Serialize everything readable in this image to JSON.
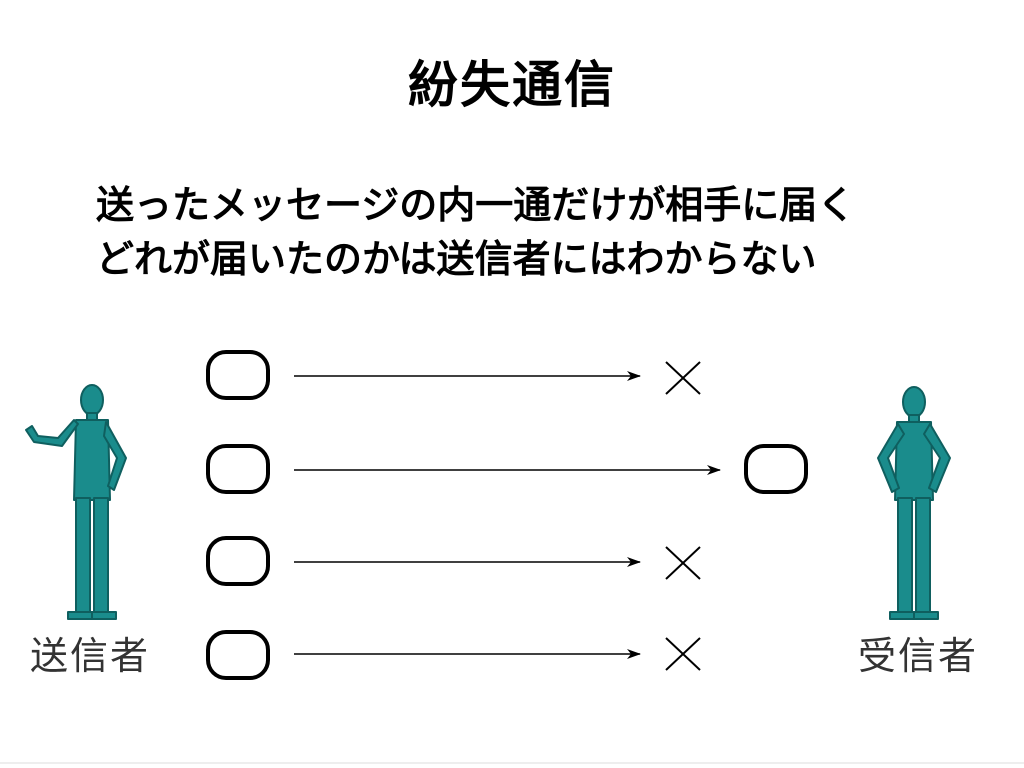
{
  "slide": {
    "title": "紛失通信",
    "body_lines": [
      "送ったメッセージの内一通だけが相手に届く",
      "どれが届いたのかは送信者にはわからない"
    ]
  },
  "roles": {
    "sender_label": "送信者",
    "receiver_label": "受信者"
  },
  "messages": [
    {
      "status": "lost"
    },
    {
      "status": "delivered"
    },
    {
      "status": "lost"
    },
    {
      "status": "lost"
    }
  ],
  "colors": {
    "figure": "#1a8c8c",
    "figure_shadow": "#0f5f5f",
    "ink": "#000000",
    "label": "#333333"
  }
}
